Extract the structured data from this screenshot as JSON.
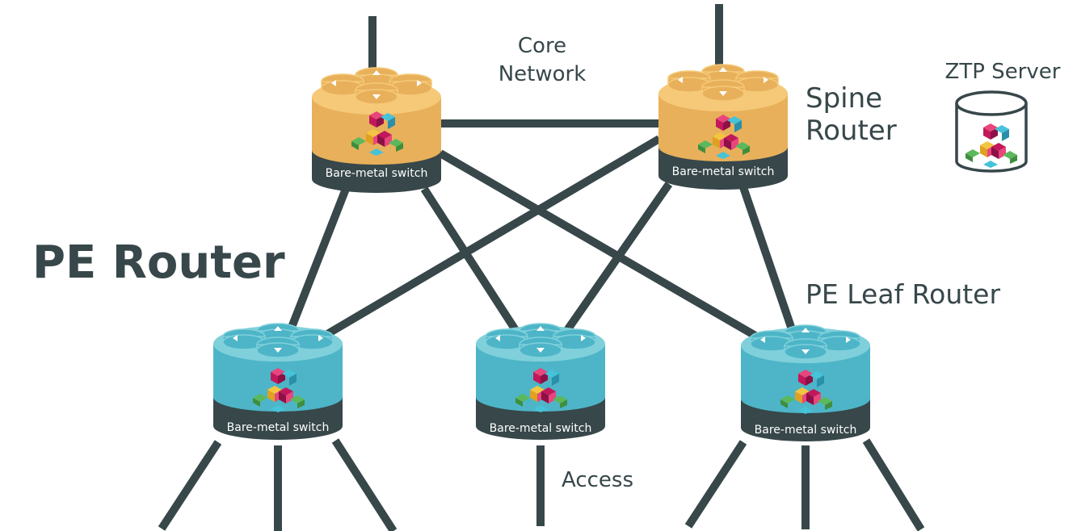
{
  "labels": {
    "core_line1": "Core",
    "core_line2": "Network",
    "spine_line1": "Spine",
    "spine_line2": "Router",
    "ztp": "ZTP Server",
    "pe_router": "PE Router",
    "pe_leaf": "PE Leaf Router",
    "access": "Access"
  },
  "switches": {
    "spine_left": {
      "label": "Bare-metal switch",
      "role": "spine"
    },
    "spine_right": {
      "label": "Bare-metal switch",
      "role": "spine"
    },
    "leaf_left": {
      "label": "Bare-metal switch",
      "role": "leaf"
    },
    "leaf_middle": {
      "label": "Bare-metal switch",
      "role": "leaf"
    },
    "leaf_right": {
      "label": "Bare-metal switch",
      "role": "leaf"
    }
  },
  "colors": {
    "spine_body": "#e8b05b",
    "spine_top": "#f5c978",
    "leaf_body": "#4db5c7",
    "leaf_top": "#7fd0db",
    "base": "#37474a",
    "link": "#37474a",
    "text_dark": "#37474a"
  },
  "icons": [
    "cube-logo-icon",
    "database-cylinder-icon",
    "arrow-icon"
  ]
}
